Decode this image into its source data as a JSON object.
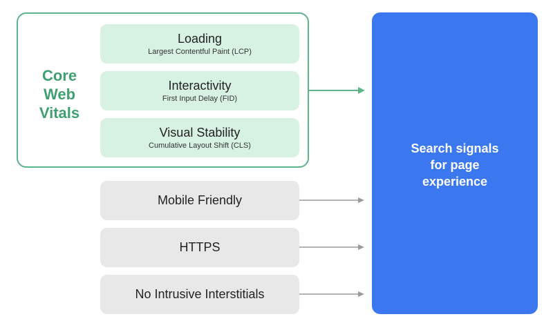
{
  "core_web_vitals": {
    "label": "Core\nWeb\nVitals",
    "metrics": [
      {
        "title": "Loading",
        "subtitle": "Largest Contentful Paint (LCP)"
      },
      {
        "title": "Interactivity",
        "subtitle": "First Input Delay (FID)"
      },
      {
        "title": "Visual Stability",
        "subtitle": "Cumulative Layout Shift (CLS)"
      }
    ]
  },
  "other_signals": [
    {
      "label": "Mobile Friendly"
    },
    {
      "label": "HTTPS"
    },
    {
      "label": "No Intrusive Interstitials"
    }
  ],
  "target": {
    "label": "Search signals\nfor page\nexperience"
  },
  "colors": {
    "green_border": "#5bb48a",
    "green_text": "#3fa071",
    "green_fill": "#d7f1e3",
    "grey_fill": "#e8e8e8",
    "grey_arrow": "#9a9a9a",
    "target_blue": "#3b78f0"
  }
}
